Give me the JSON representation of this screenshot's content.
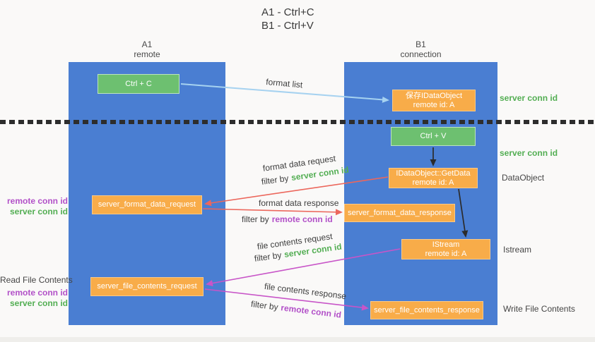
{
  "title": {
    "line1": "A1 - Ctrl+C",
    "line2": "B1 - Ctrl+V"
  },
  "columns": {
    "left": {
      "name": "A1",
      "role": "remote"
    },
    "right": {
      "name": "B1",
      "role": "connection"
    }
  },
  "boxes": {
    "ctrl_c": "Ctrl + C",
    "save_idataobject_l1": "保存IDataObject",
    "save_idataobject_l2": "remote id: A",
    "ctrl_v": "Ctrl + V",
    "getdata_l1": "IDataObject::GetData",
    "getdata_l2": "remote id: A",
    "istream_l1": "IStream",
    "istream_l2": "remote id: A",
    "format_request": "server_format_data_request",
    "format_response": "server_format_data_response",
    "file_request": "server_file_contents_request",
    "file_response": "server_file_contents_response"
  },
  "edge_labels": {
    "format_list": "format list",
    "format_data_request": "format data request",
    "format_data_response": "format data response",
    "file_contents_request": "file contents request",
    "file_contents_response": "file contents response",
    "filter_by": "filter by",
    "server_conn_id": "server conn id",
    "remote_conn_id": "remote conn id"
  },
  "side_labels": {
    "server_conn_id_top": "server conn id",
    "server_conn_id_mid": "server conn id",
    "dataobject": "DataObject",
    "istream": "Istream",
    "write_file_contents": "Write File Contents",
    "read_file_contents": "Read File Contents",
    "remote_conn_id_1": "remote conn id",
    "server_conn_id_1": "server conn id",
    "remote_conn_id_2": "remote conn id",
    "server_conn_id_2": "server conn id"
  },
  "colors": {
    "column_blue": "#4A7ED2",
    "box_green": "#6DC070",
    "box_orange": "#F8AC49",
    "arrow_light_blue": "#A6D2F0",
    "arrow_red": "#EC675C",
    "arrow_magenta": "#C855C8",
    "arrow_black": "#2B2B2B",
    "text_green": "#53AE53",
    "text_purple": "#B250C8"
  }
}
